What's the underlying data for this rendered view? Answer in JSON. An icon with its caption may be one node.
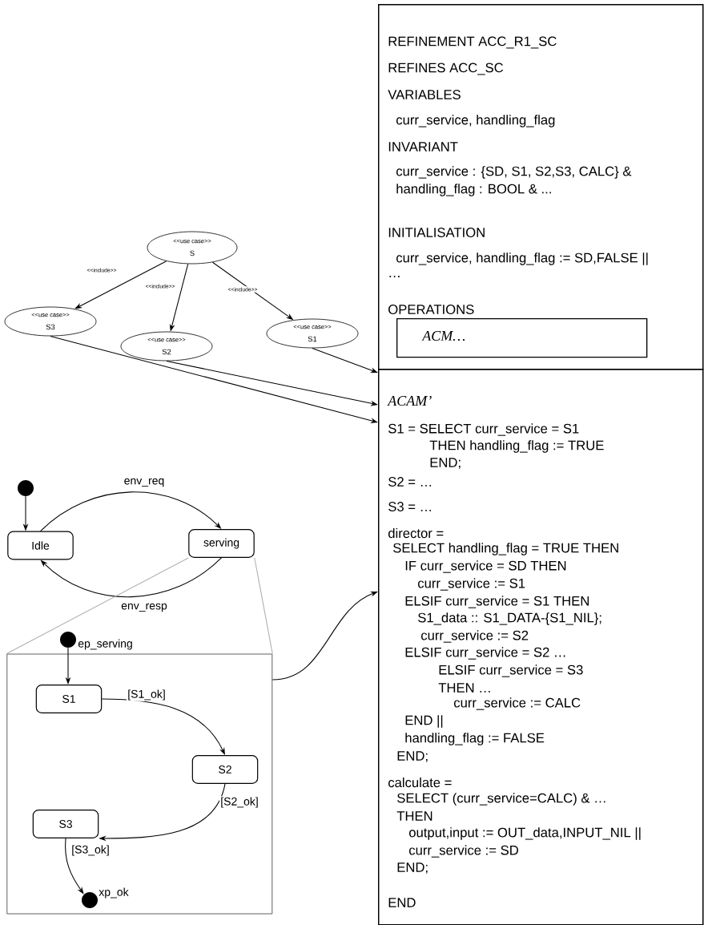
{
  "diagram": {
    "nodes": [
      {
        "text": [
          "REFINEMENT ACC_R1_SC",
          "REFINES ACC_SC",
          "VARIABLES",
          "curr_service, handling_flag",
          "INVARIANT",
          "curr_service : {SD, S1, S2,S3, CALC} &",
          "handling_flag : BOOL & ...",
          "INITIALISATION",
          "curr_service, handling_flag := SD,FALSE ||",
          "…",
          "OPERATIONS"
        ]
      },
      {
        "text": [
          "ACM…"
        ],
        "in": 0
      },
      {
        "text": [
          "ACAM’",
          "S1 = SELECT curr_service = S1",
          "THEN handling_flag := TRUE",
          "END;",
          "S2 = …",
          "S3 = …",
          "director =",
          "SELECT handling_flag = TRUE THEN",
          "IF curr_service = SD THEN",
          "curr_service := S1",
          "ELSIF curr_service = S1 THEN",
          "S1_data :: S1_DATA-{S1_NIL};",
          "curr_service := S2",
          "ELSIF curr_service = S2 …",
          "ELSIF curr_service = S3",
          "THEN …",
          "curr_service := CALC",
          "END ||",
          "handling_flag := FALSE",
          "END;",
          "calculate =",
          "SELECT (curr_service=CALC) & …",
          "THEN",
          "output,input := OUT_data,INPUT_NIL ||",
          "curr_service := SD",
          "END;",
          "END"
        ]
      },
      {
        "text": [
          "<<use case>>",
          "S"
        ]
      },
      {
        "text": [
          "<<use case>>",
          "S3"
        ]
      },
      {
        "text": [
          "<<use case>>",
          "S2"
        ]
      },
      {
        "text": [
          "<<use case>>",
          "S1"
        ]
      },
      {
        "text": [],
        "shape": "circle"
      },
      {
        "text": [
          "Idle"
        ]
      },
      {
        "text": [
          "serving"
        ]
      },
      {
        "text": [],
        "shape": "circle",
        "beside": [
          "ep_serving"
        ]
      },
      {
        "text": [],
        "shape": "box"
      },
      {
        "text": [
          "S1"
        ],
        "in": 11
      },
      {
        "text": [
          "S2"
        ],
        "in": 11
      },
      {
        "text": [
          "S3"
        ],
        "in": 11
      },
      {
        "text": [],
        "shape": "circle",
        "beside": [
          "xp_ok"
        ],
        "in": 11
      }
    ],
    "edges": [
      {
        "from": 3,
        "to": 4,
        "arrow": "to",
        "label": "<<include>>"
      },
      {
        "from": 3,
        "to": 5,
        "arrow": "to",
        "label": "<<include>>"
      },
      {
        "from": 3,
        "to": 6,
        "arrow": "to",
        "label": "<<include>>"
      },
      {
        "from": 4,
        "to": 2,
        "arrow": "to"
      },
      {
        "from": 5,
        "to": 2,
        "arrow": "to"
      },
      {
        "from": 6,
        "to": 2,
        "arrow": "to"
      },
      {
        "from": 7,
        "to": 8,
        "arrow": "to"
      },
      {
        "from": 8,
        "to": 9,
        "arrow": "to",
        "label": "env_req"
      },
      {
        "from": 9,
        "to": 8,
        "arrow": "to",
        "label": "env_resp"
      },
      {
        "from": 9,
        "to": 11,
        "arrow": "none",
        "color": "#b0b0b0"
      },
      {
        "from": 9,
        "to": 11,
        "arrow": "none",
        "color": "#b0b0b0"
      },
      {
        "from": 11,
        "to": 2,
        "arrow": "to"
      },
      {
        "from": 10,
        "to": 12,
        "arrow": "to"
      },
      {
        "from": 12,
        "to": 13,
        "arrow": "to",
        "label": "[S1_ok]"
      },
      {
        "from": 13,
        "to": 14,
        "arrow": "to",
        "label": "[S2_ok]"
      },
      {
        "from": 14,
        "to": 15,
        "arrow": "to",
        "label": "[S3_ok]"
      }
    ]
  }
}
